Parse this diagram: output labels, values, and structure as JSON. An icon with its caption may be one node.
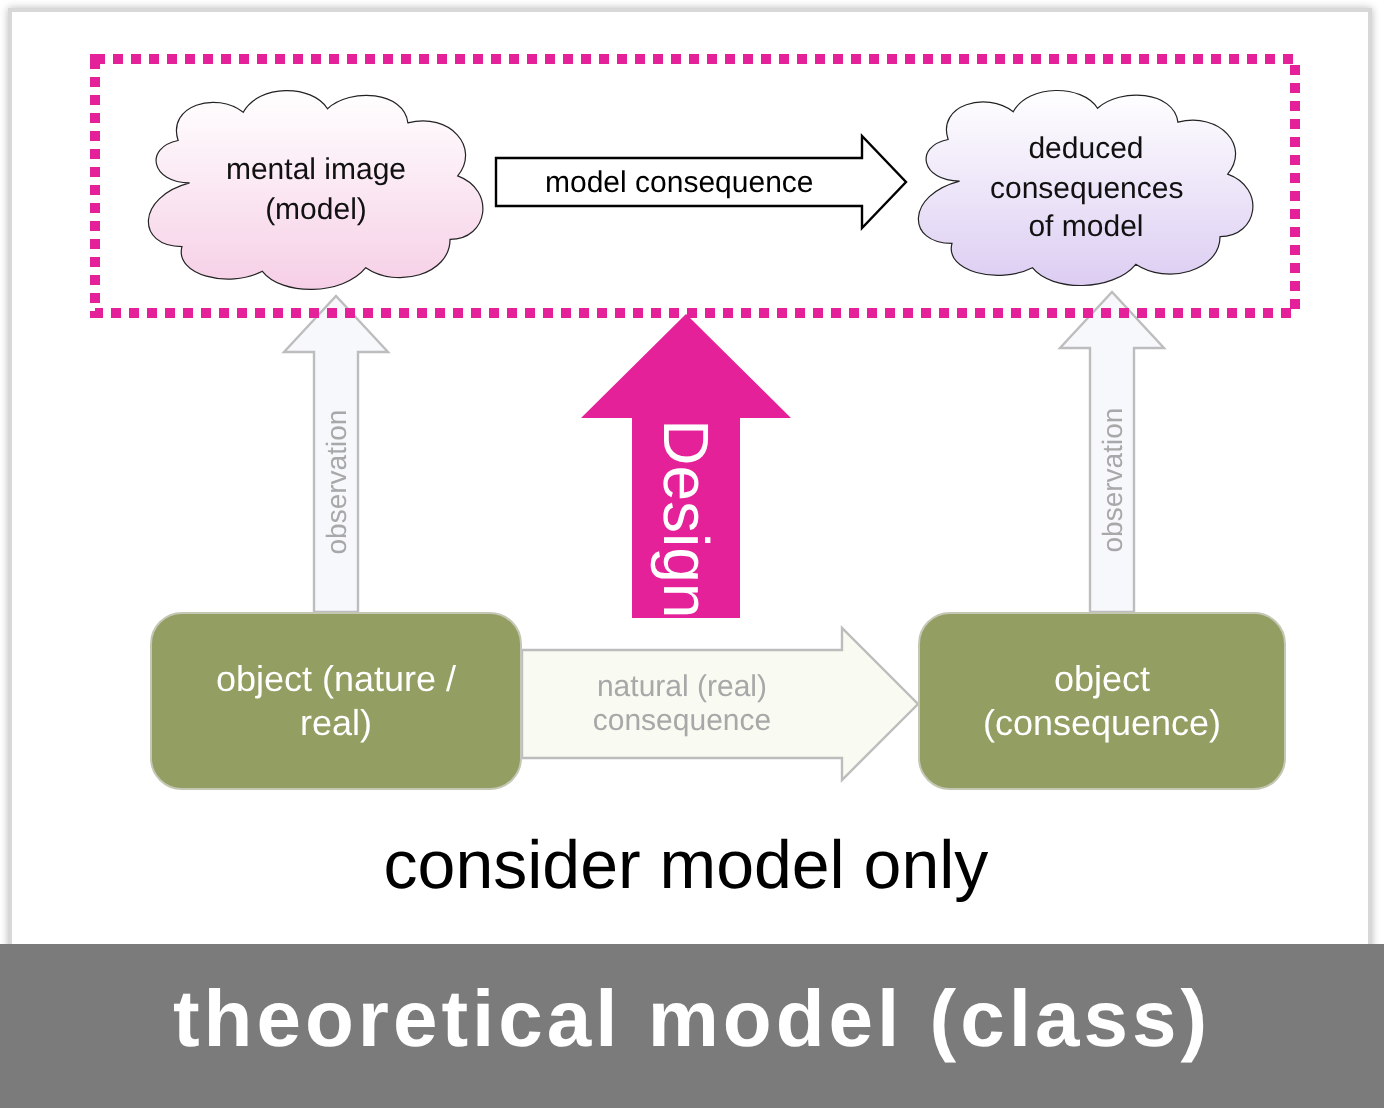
{
  "diagram": {
    "title": "theoretical model (class)",
    "nodes": [
      {
        "text": [],
        "shape": "box"
      },
      {
        "text": [
          "mental image (model)"
        ],
        "in": 0
      },
      {
        "text": [
          "deduced consequences of model"
        ],
        "in": 0
      },
      {
        "text": [
          "object (nature / real)"
        ]
      },
      {
        "text": [
          "object (consequence)"
        ]
      }
    ],
    "edges": [
      {
        "from": 1,
        "to": 2,
        "arrow": "to",
        "label": "model consequence",
        "color": "#000000"
      },
      {
        "from": 3,
        "to": 1,
        "arrow": "to",
        "label": "observation"
      },
      {
        "from": 4,
        "to": 2,
        "arrow": "to",
        "label": "observation"
      },
      {
        "from": 3,
        "to": 4,
        "arrow": "to",
        "label": "natural (real) consequence"
      },
      {
        "from": null,
        "to": 0,
        "arrow": "to",
        "label": "Design",
        "style": "thick",
        "color": "#e5219a"
      }
    ],
    "labels": [
      "consider model only"
    ]
  }
}
